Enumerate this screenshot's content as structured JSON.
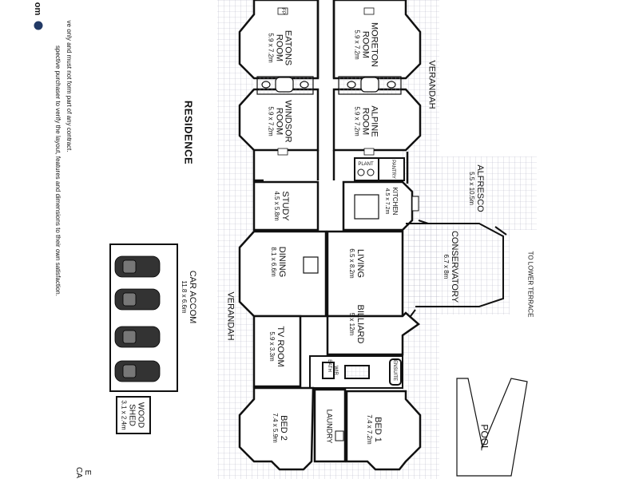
{
  "disclaimer": {
    "line1": "ve only and must not form part of any contract.",
    "line2": "spective purchaser to verify the layout, features and dimensions to their own satisfaction.",
    "logo_fragment": "om"
  },
  "labels": {
    "residence": "RESIDENCE",
    "verandah_top": "VERANDAH",
    "verandah_left": "VERANDAH",
    "to_lower_terrace": "TO LOWER TERRACE",
    "pool": "POOL",
    "corner_fragment": "E\nCA"
  },
  "rooms": [
    {
      "key": "eatons",
      "name": "EATONS\nROOM",
      "dims": "5.9 x 7.2m"
    },
    {
      "key": "moreton",
      "name": "MORETON\nROOM",
      "dims": "5.9 x 7.2m"
    },
    {
      "key": "windsor",
      "name": "WINDSOR\nROOM",
      "dims": "5.9 x 7.2m"
    },
    {
      "key": "alpine",
      "name": "ALPINE\nROOM",
      "dims": "5.9 x 7.2m"
    },
    {
      "key": "alfresco",
      "name": "ALFRESCO",
      "dims": "5.5 x 10.5m"
    },
    {
      "key": "study",
      "name": "STUDY",
      "dims": "4.5 x 5.8m"
    },
    {
      "key": "kitchen",
      "name": "KITCHEN",
      "dims": "4.5 x 7.2m"
    },
    {
      "key": "dining",
      "name": "DINING",
      "dims": "8.1 x 6.6m"
    },
    {
      "key": "living",
      "name": "LIVING",
      "dims": "6.5 x 8.2m"
    },
    {
      "key": "conservatory",
      "name": "CONSERVATORY",
      "dims": "6.7 x 8m"
    },
    {
      "key": "billiard",
      "name": "BILLIARD",
      "dims": "5 x 12m"
    },
    {
      "key": "tv",
      "name": "TV ROOM",
      "dims": "5.9 x 3.3m"
    },
    {
      "key": "bed2",
      "name": "BED 2",
      "dims": "7.4 x 5.9m"
    },
    {
      "key": "bed1",
      "name": "BED 1",
      "dims": "7.4 x 7.2m"
    },
    {
      "key": "car",
      "name": "CAR ACCOM",
      "dims": "11.8 x 6.6m"
    },
    {
      "key": "wood",
      "name": "WOOD\nSHED",
      "dims": "3.1 x 2.4m"
    }
  ],
  "small_labels": {
    "plant": "PLANT",
    "pantry": "PANTRY",
    "laundry": "LAUNDRY",
    "bath": "BATH",
    "ensuite": "ENSUITE",
    "wir": "WIR",
    "fireplace": "FP"
  }
}
